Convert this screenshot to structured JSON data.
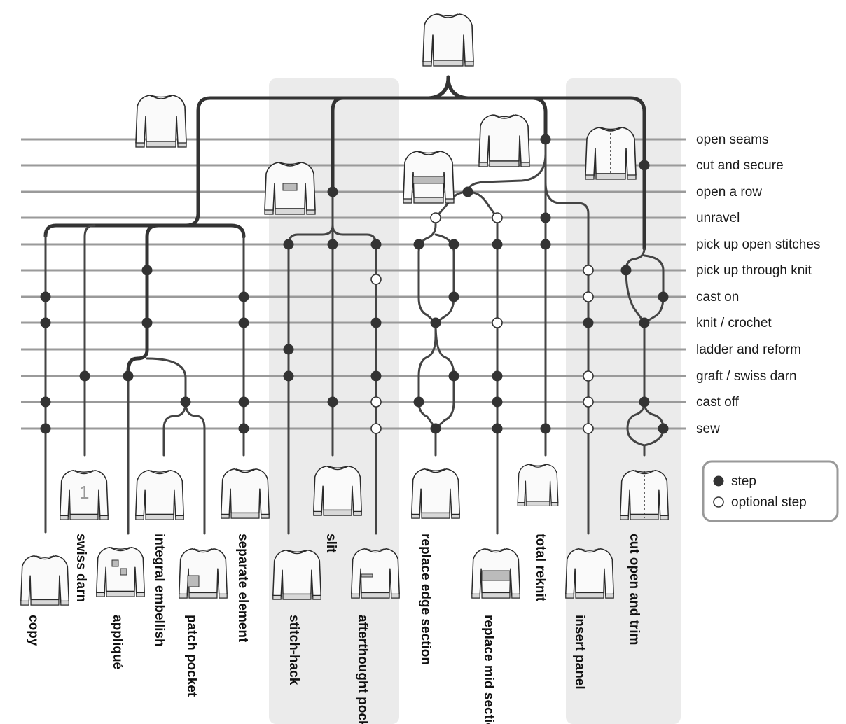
{
  "rows": [
    "open seams",
    "cut and secure",
    "open a row",
    "unravel",
    "pick up open stitches",
    "pick up through knit",
    "cast on",
    "knit / crochet",
    "ladder and reform",
    "graft / swiss darn",
    "cast off",
    "sew"
  ],
  "techniques": [
    "copy",
    "swiss darn",
    "appliqué",
    "integral embellish",
    "patch pocket",
    "separate element",
    "stitch-hack",
    "slit",
    "afterthought pocket",
    "replace edge section",
    "replace mid section",
    "total reknit",
    "insert panel",
    "cut open and trim"
  ],
  "legend": {
    "step": "step",
    "optional": "optional step"
  },
  "colors": {
    "line": "#9a9a9a",
    "path": "#333333",
    "band": "#ebebeb"
  }
}
